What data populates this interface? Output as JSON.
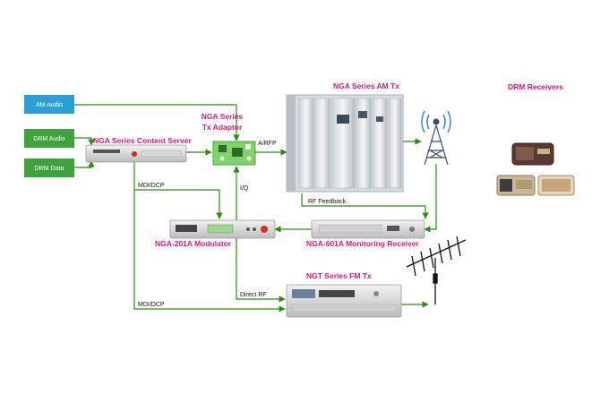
{
  "inputs": {
    "am_audio": "AM Audio",
    "drm_audio": "DRM Audio",
    "drm_data": "DRM Data"
  },
  "devices": {
    "content_server": "NGA Series Content Server",
    "tx_adaptor_line1": "NGA Series",
    "tx_adaptor_line2": "Tx Adaptor",
    "am_tx": "NGA Series AM Tx",
    "modulator": "NGA-201A Modulator",
    "monitoring_receiver": "NGA-601A Monitoring Receiver",
    "fm_tx": "NGT Series FM Tx",
    "drm_receivers": "DRM Receivers"
  },
  "signals": {
    "afrfp": "A/RFP",
    "mdi_dcp_1": "MDI/DCP",
    "mdi_dcp_2": "MDI/DCP",
    "iq": "I/Q",
    "rf_feedback": "RF Feedback",
    "direct_rf": "Direct RF"
  },
  "colors": {
    "input_blue": "#2a9fd8",
    "input_green": "#3fa33c",
    "connector_green": "#2e8b12",
    "label_pink": "#e0157a"
  }
}
